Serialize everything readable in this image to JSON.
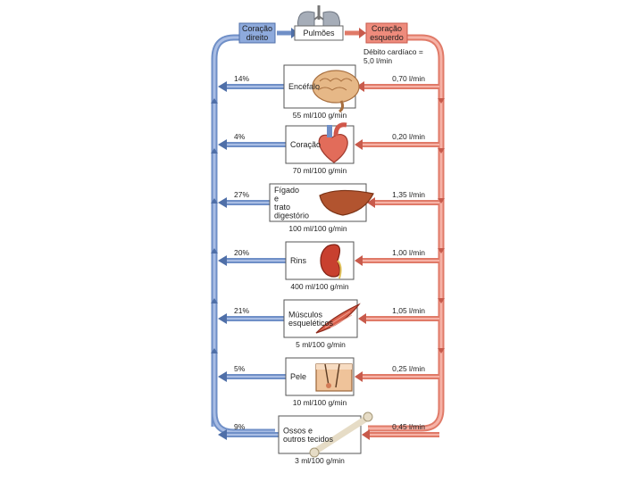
{
  "header": {
    "right_heart": "Coração direito",
    "lungs": "Pulmões",
    "left_heart": "Coração esquerdo",
    "cardiac_output": "Débito cardíaco = 5,0 l/min"
  },
  "organs": [
    {
      "name": "Encéfalo",
      "percent": "14%",
      "flow": "0,70 l/min",
      "perfusion": "55 ml/100 g/min",
      "icon": "brain-icon"
    },
    {
      "name": "Coração",
      "percent": "4%",
      "flow": "0,20 l/min",
      "perfusion": "70 ml/100 g/min",
      "icon": "heart-icon"
    },
    {
      "name": "Fígado e trato digestório",
      "percent": "27%",
      "flow": "1,35 l/min",
      "perfusion": "100 ml/100 g/min",
      "icon": "liver-icon"
    },
    {
      "name": "Rins",
      "percent": "20%",
      "flow": "1,00 l/min",
      "perfusion": "400 ml/100 g/min",
      "icon": "kidney-icon"
    },
    {
      "name": "Músculos esqueléticos",
      "percent": "21%",
      "flow": "1,05 l/min",
      "perfusion": "5 ml/100 g/min",
      "icon": "muscle-icon"
    },
    {
      "name": "Pele",
      "percent": "5%",
      "flow": "0,25 l/min",
      "perfusion": "10 ml/100 g/min",
      "icon": "skin-icon"
    },
    {
      "name": "Ossos e outros tecidos",
      "percent": "9%",
      "flow": "0,45 l/min",
      "perfusion": "3 ml/100 g/min",
      "icon": "bone-icon"
    }
  ],
  "colors": {
    "venous": "#7f9fd2",
    "venous_dark": "#4f6fa8",
    "arterial": "#ee8f80",
    "arterial_dark": "#c85a4b",
    "box_border": "#555555"
  }
}
